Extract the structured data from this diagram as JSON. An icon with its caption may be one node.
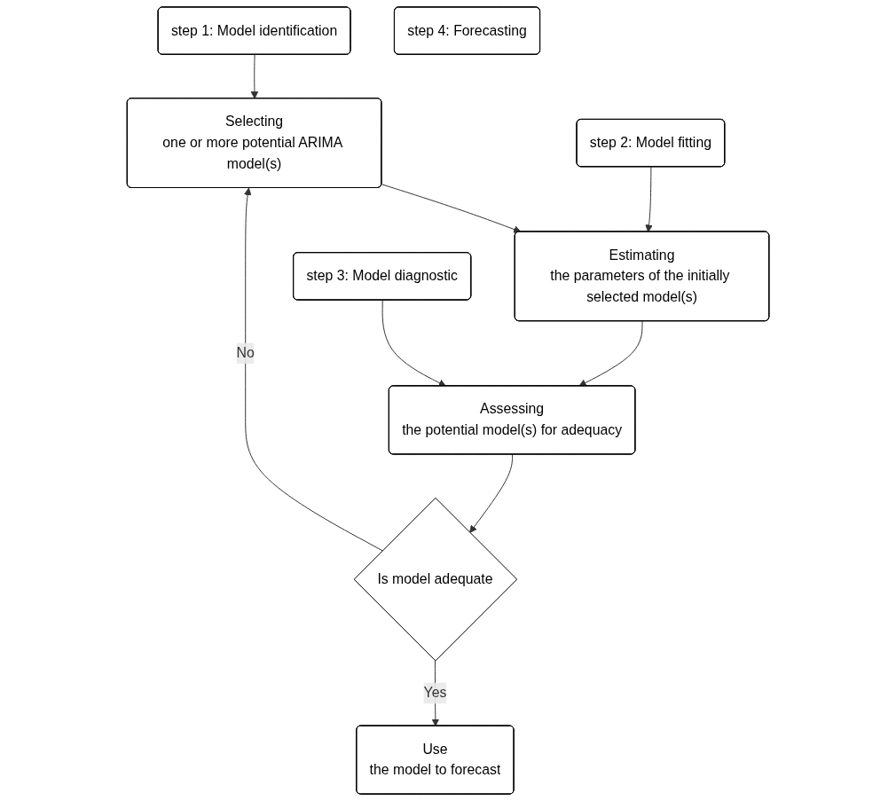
{
  "diagram": {
    "nodes": [
      {
        "text": [
          "step 1: Model identification"
        ]
      },
      {
        "text": [
          "Selecting",
          "one or more potential ARIMA model(s)"
        ]
      },
      {
        "text": [
          "step 2: Model fitting"
        ]
      },
      {
        "text": [
          "Estimating",
          "the parameters of the initially selected model(s)"
        ]
      },
      {
        "text": [
          "step 3: Model diagnostic"
        ]
      },
      {
        "text": [
          "Assessing",
          "the potential model(s) for adequacy"
        ]
      },
      {
        "text": [
          "Is model adequate"
        ]
      },
      {
        "text": [
          "step 4: Forecasting"
        ]
      },
      {
        "text": [
          "Use",
          "the model to forecast"
        ]
      }
    ],
    "edges": [
      {
        "from": 0,
        "to": 1,
        "arrow": "to"
      },
      {
        "from": 1,
        "to": 3,
        "arrow": "to"
      },
      {
        "from": 2,
        "to": 3,
        "arrow": "to"
      },
      {
        "from": 3,
        "to": 5,
        "arrow": "to"
      },
      {
        "from": 4,
        "to": 5,
        "arrow": "to"
      },
      {
        "from": 5,
        "to": 6,
        "arrow": "to"
      },
      {
        "from": 6,
        "to": 1,
        "arrow": "to",
        "label": "No"
      },
      {
        "from": 6,
        "to": 8,
        "arrow": "to",
        "label": "Yes"
      }
    ]
  }
}
